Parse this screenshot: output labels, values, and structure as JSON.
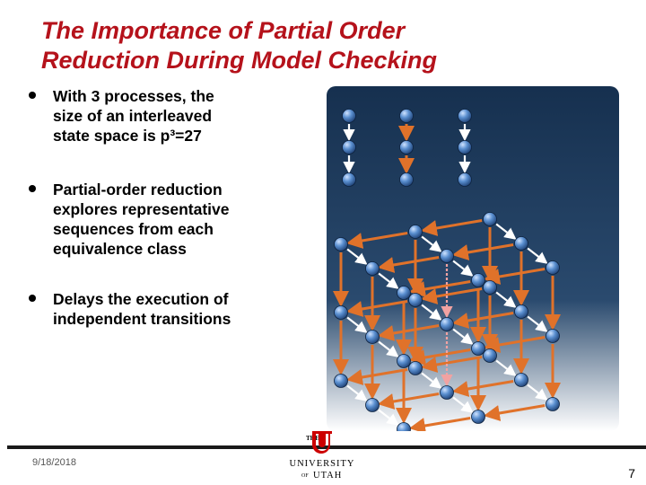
{
  "slide": {
    "title_line1": "The Importance of Partial Order",
    "title_line2": "Reduction During Model Checking",
    "bullets": [
      {
        "lines": [
          "With 3 processes, the",
          "size of an interleaved",
          "state space is p³=27"
        ]
      },
      {
        "lines": [
          "Partial-order reduction",
          "explores representative",
          "sequences from each",
          "equivalence class"
        ]
      },
      {
        "lines": [
          "Delays the execution of",
          "independent transitions"
        ]
      }
    ],
    "date": "9/18/2018",
    "page_number": "7",
    "logo": {
      "line1": "THE",
      "line2": "UNIVERSITY",
      "line3": "OF",
      "line4": "UTAH",
      "mark": "U"
    }
  },
  "colors": {
    "title": "#b5121b",
    "panel_bg": "#17314f",
    "node": "#4f86c6",
    "orange_edge": "#e0722a",
    "white_edge": "#ffffff",
    "pink_edge": "#f2a2a2",
    "utah_red": "#cc0000"
  },
  "icons": [
    "bullet-dot",
    "utah-u-logo"
  ]
}
